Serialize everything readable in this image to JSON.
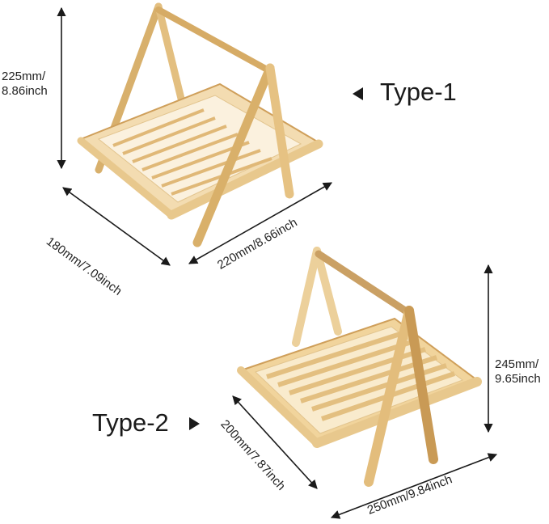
{
  "type1": {
    "label": "Type-1",
    "height_mm": "225mm/",
    "height_in": "8.86inch",
    "depth": "180mm/7.09inch",
    "width": "220mm/8.66inch"
  },
  "type2": {
    "label": "Type-2",
    "height_mm": "245mm/",
    "height_in": "9.65inch",
    "depth": "200mm/7.87inch",
    "width": "250mm/9.84inch"
  },
  "colors": {
    "wood_light": "#f1d7a6",
    "wood_mid": "#e2bd7c",
    "wood_dark": "#c99a55",
    "line": "#1a1a1a"
  }
}
